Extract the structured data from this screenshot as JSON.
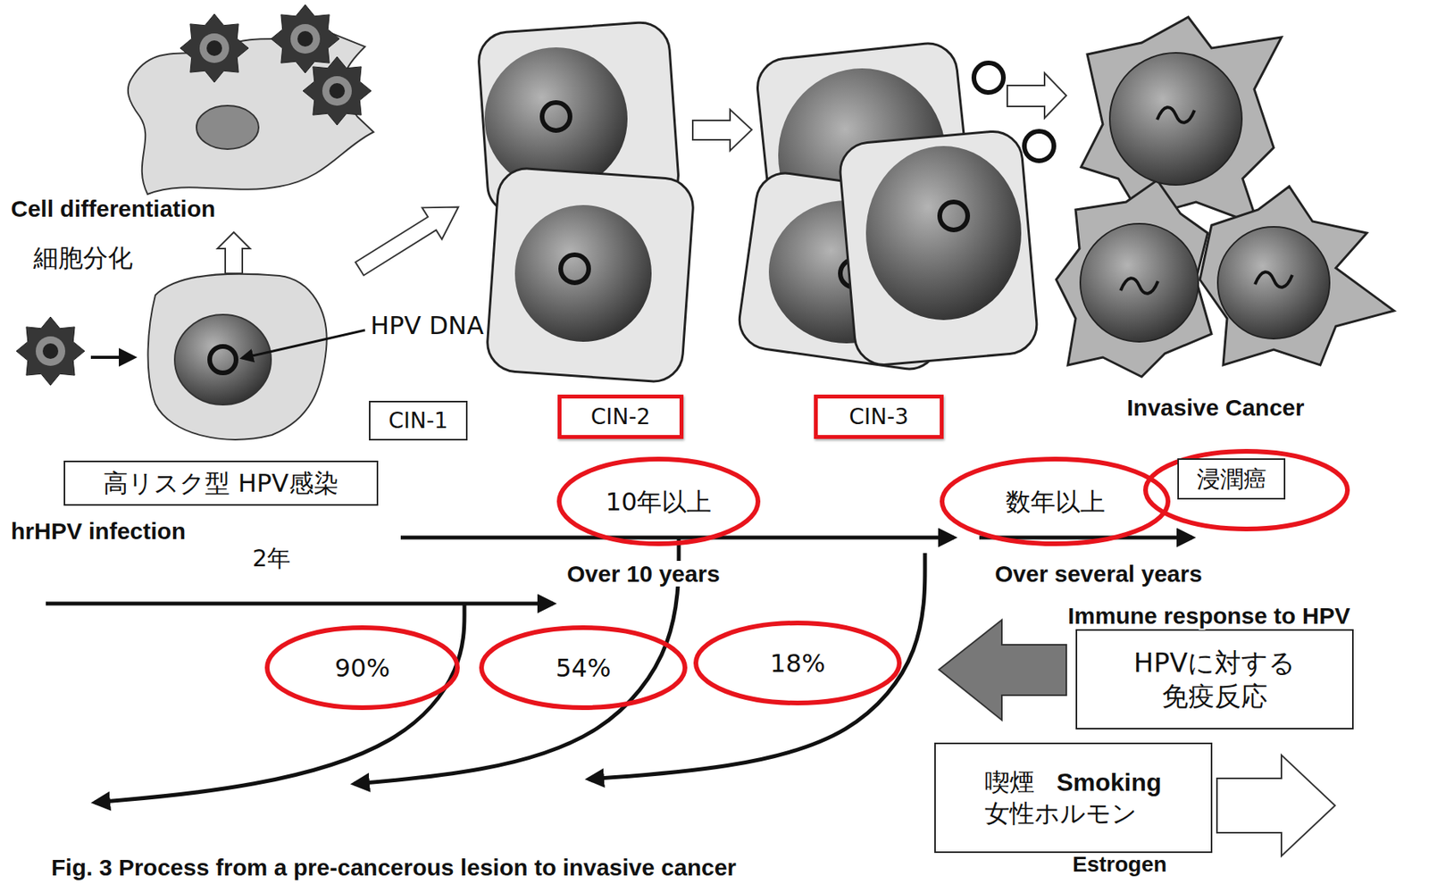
{
  "diagram": {
    "caption": "Fig. 3 Process from a pre-cancerous lesion to invasive cancer",
    "nodes": [
      {
        "text": [
          "高リスク型 HPV感染"
        ]
      },
      {
        "text": [
          "CIN-1"
        ]
      },
      {
        "text": [
          "CIN-2"
        ]
      },
      {
        "text": [
          "CIN-3"
        ]
      },
      {
        "text": [
          "浸潤癌"
        ]
      },
      {
        "text": [
          "10年以上"
        ]
      },
      {
        "text": [
          "数年以上"
        ]
      },
      {
        "text": [
          "90%"
        ]
      },
      {
        "text": [
          "54%"
        ]
      },
      {
        "text": [
          "18%"
        ]
      },
      {
        "text": [
          "HPVに対する 免疫反応"
        ]
      },
      {
        "text": [
          "喫煙",
          "Smoking",
          "女性ホルモン"
        ]
      }
    ],
    "labels": [
      "Cell differentiation",
      "細胞分化",
      "HPV DNA",
      "Invasive Cancer",
      "hrHPV infection",
      "2年",
      "Over 10 years",
      "Over several years",
      "Immune response to HPV",
      "Estrogen"
    ]
  }
}
